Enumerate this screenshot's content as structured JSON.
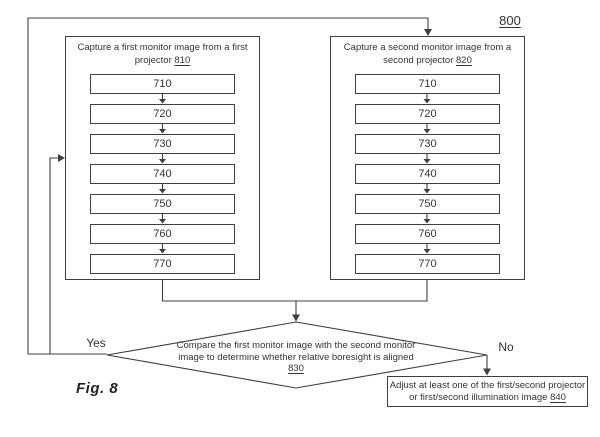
{
  "figure": {
    "ref": "800",
    "caption": "Fig. 8"
  },
  "left_box": {
    "title_line1": "Capture a first monitor image from a first",
    "title_line2": "projector",
    "ref": "810",
    "steps": [
      "710",
      "720",
      "730",
      "740",
      "750",
      "760",
      "770"
    ]
  },
  "right_box": {
    "title_line1": "Capture a second monitor image from a",
    "title_line2": "second projector",
    "ref": "820",
    "steps": [
      "710",
      "720",
      "730",
      "740",
      "750",
      "760",
      "770"
    ]
  },
  "decision": {
    "line1": "Compare the first monitor image with the second monitor",
    "line2": "image to determine whether relative boresight is aligned",
    "ref": "830"
  },
  "branches": {
    "yes": "Yes",
    "no": "No"
  },
  "adjust_box": {
    "line1": "Adjust at least one of the first/second projector",
    "line2": "or first/second illumination image",
    "ref": "840"
  },
  "colors": {
    "line": "#3f3f3f",
    "text": "#333333",
    "background": "#ffffff"
  }
}
